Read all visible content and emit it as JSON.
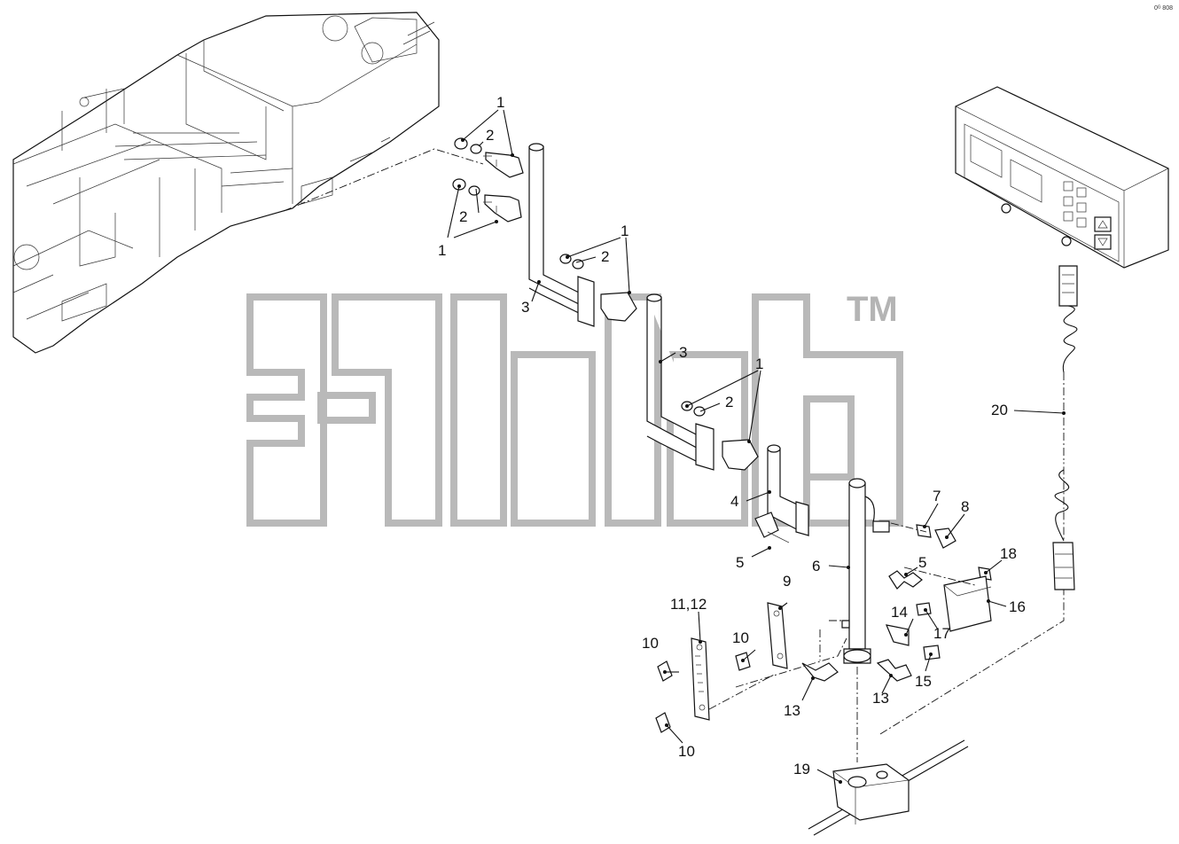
{
  "corner_code": "0ᴳ 808",
  "watermark": {
    "trademark": "TM"
  },
  "callouts": [
    {
      "id": "c1a",
      "text": "1"
    },
    {
      "id": "c2a",
      "text": "2"
    },
    {
      "id": "c2b",
      "text": "2"
    },
    {
      "id": "c1b",
      "text": "1"
    },
    {
      "id": "c1c",
      "text": "1"
    },
    {
      "id": "c2c",
      "text": "2"
    },
    {
      "id": "c3a",
      "text": "3"
    },
    {
      "id": "c3b",
      "text": "3"
    },
    {
      "id": "c1d",
      "text": "1"
    },
    {
      "id": "c2d",
      "text": "2"
    },
    {
      "id": "c4",
      "text": "4"
    },
    {
      "id": "c5a",
      "text": "5"
    },
    {
      "id": "c6",
      "text": "6"
    },
    {
      "id": "c7",
      "text": "7"
    },
    {
      "id": "c8",
      "text": "8"
    },
    {
      "id": "c5b",
      "text": "5"
    },
    {
      "id": "c18",
      "text": "18"
    },
    {
      "id": "c16",
      "text": "16"
    },
    {
      "id": "c14",
      "text": "14"
    },
    {
      "id": "c17",
      "text": "17"
    },
    {
      "id": "c15",
      "text": "15"
    },
    {
      "id": "c9",
      "text": "9"
    },
    {
      "id": "c1112",
      "text": "11,12"
    },
    {
      "id": "c10a",
      "text": "10"
    },
    {
      "id": "c10b",
      "text": "10"
    },
    {
      "id": "c10c",
      "text": "10"
    },
    {
      "id": "c13a",
      "text": "13"
    },
    {
      "id": "c13b",
      "text": "13"
    },
    {
      "id": "c19",
      "text": "19"
    },
    {
      "id": "c20",
      "text": "20"
    }
  ]
}
